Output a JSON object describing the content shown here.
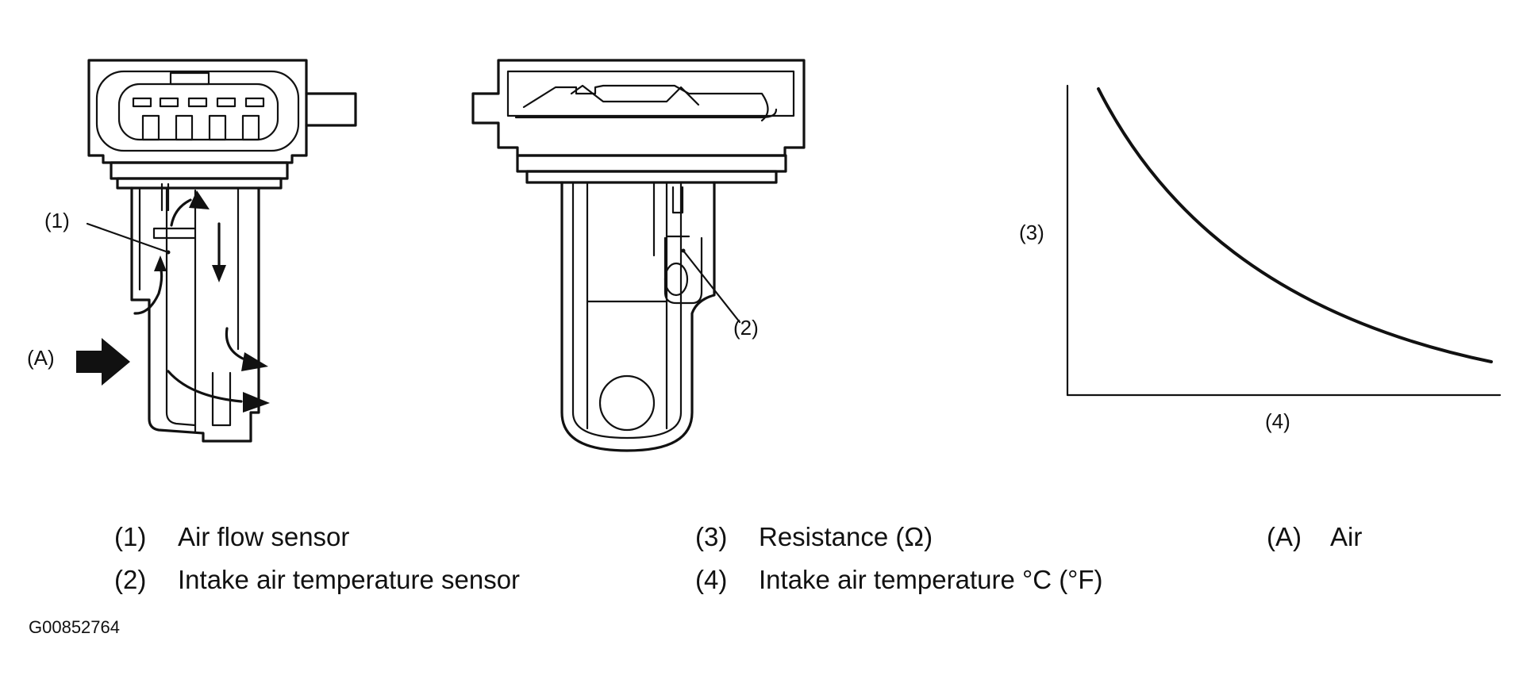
{
  "callouts": {
    "air_flow_sensor": "(1)",
    "intake_air_temperature_sensor": "(2)",
    "resistance_axis": "(3)",
    "temperature_axis": "(4)",
    "air": "(A)"
  },
  "legend": [
    {
      "num": "(1)",
      "text": "Air flow sensor"
    },
    {
      "num": "(2)",
      "text": "Intake air temperature sensor"
    },
    {
      "num": "(3)",
      "text": "Resistance (Ω)"
    },
    {
      "num": "(4)",
      "text": "Intake air temperature °C (°F)"
    },
    {
      "num": "(A)",
      "text": "Air"
    }
  ],
  "figure_id": "G00852764"
}
